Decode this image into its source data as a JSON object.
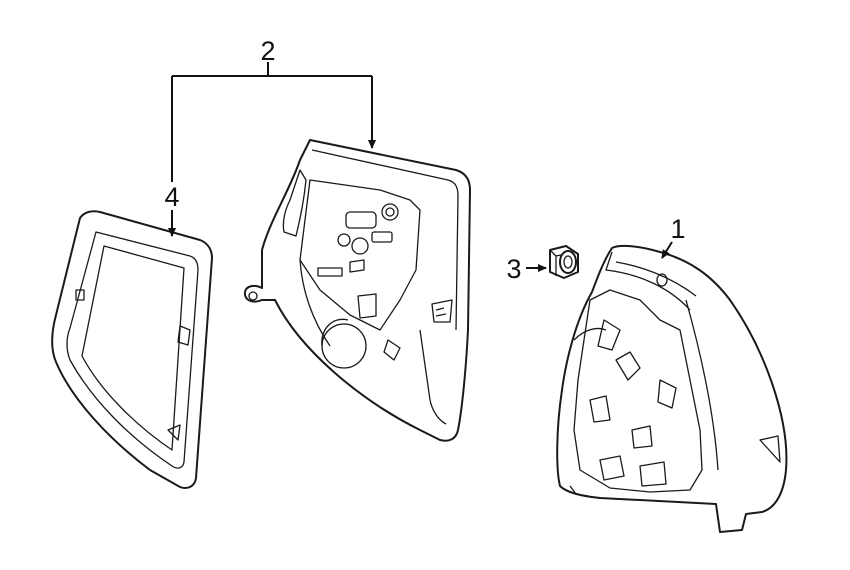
{
  "callouts": {
    "c1": "1",
    "c2": "2",
    "c3": "3",
    "c4": "4"
  },
  "parts": [
    {
      "callout": "1",
      "name": "housing"
    },
    {
      "callout": "2",
      "name": "mirror-assembly"
    },
    {
      "callout": "3",
      "name": "nut"
    },
    {
      "callout": "4",
      "name": "cover"
    }
  ]
}
